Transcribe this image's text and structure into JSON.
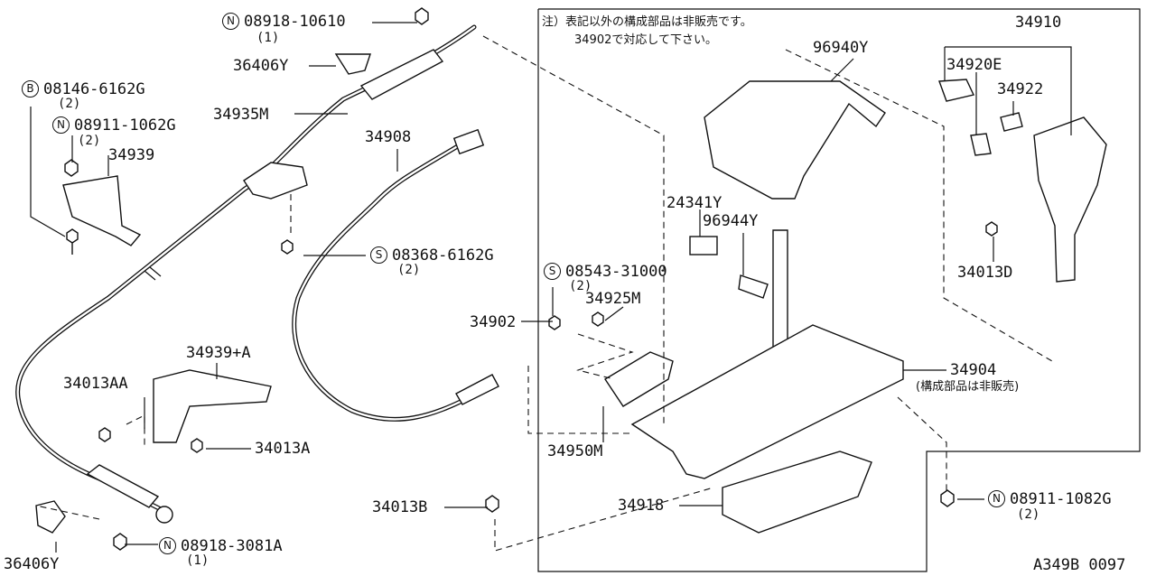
{
  "diagram_code": "A349B 0097",
  "note": {
    "line1": "注）表記以外の構成部品は非販売です。",
    "line2": "34902で対応して下さい。"
  },
  "labels": {
    "p08918_10610": "08918-10610",
    "q08918_10610": "(1)",
    "p36406y_top": "36406Y",
    "p08146_6162g": "08146-6162G",
    "q08146_6162g": "(2)",
    "p08911_1062g": "08911-1062G",
    "q08911_1062g": "(2)",
    "p34939": "34939",
    "p34935m": "34935M",
    "p34908": "34908",
    "p08368_6162g": "08368-6162G",
    "q08368_6162g": "(2)",
    "p08543_31000": "08543-31000",
    "q08543_31000": "(2)",
    "p34925m": "34925M",
    "p34902": "34902",
    "p34939a": "34939+A",
    "p34013aa": "34013AA",
    "p34013a": "34013A",
    "p34950m": "34950M",
    "p34013b": "34013B",
    "p34918": "34918",
    "p36406y_bottom": "36406Y",
    "p08918_3081a": "08918-3081A",
    "q08918_3081a": "(1)",
    "p96940y": "96940Y",
    "p24341y": "24341Y",
    "p96944y": "96944Y",
    "p34910": "34910",
    "p34920e": "34920E",
    "p34922": "34922",
    "p34013d": "34013D",
    "p34904": "34904",
    "q34904": "(構成部品は非販売)",
    "p08911_1082g": "08911-1082G",
    "q08911_1082g": "(2)"
  },
  "badges": {
    "n": "N",
    "b": "B",
    "s": "S"
  }
}
